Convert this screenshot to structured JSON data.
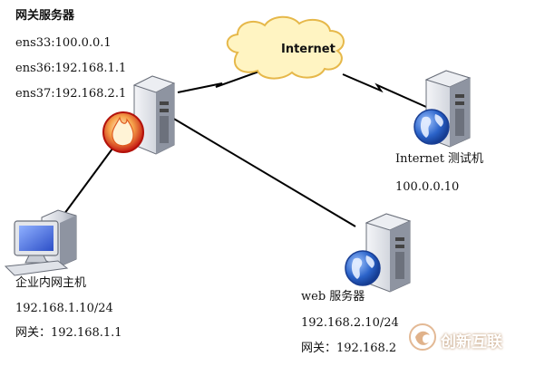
{
  "gateway": {
    "title": "网关服务器",
    "ens33": "ens33:100.0.0.1",
    "ens36": "ens36:192.168.1.1",
    "ens37": "ens37:192.168.2.1"
  },
  "internet": {
    "label": "Internet"
  },
  "test_host": {
    "title": "Internet 测试机",
    "ip": "100.0.0.10"
  },
  "lan_host": {
    "title": "企业内网主机",
    "ip": "192.168.1.10/24",
    "gateway": "网关：192.168.1.1"
  },
  "web_server": {
    "title": "web 服务器",
    "ip": "192.168.2.10/24",
    "gateway": "网关：192.168.2"
  },
  "watermark": {
    "text": "创新互联"
  },
  "colors": {
    "cloud_fill": "#fff4c2",
    "cloud_stroke": "#e6b84a",
    "server_body": "#d8dbe2",
    "globe_blue": "#2b63c9",
    "fire_red": "#d8271c",
    "monitor_blue": "#3a5fd6"
  }
}
